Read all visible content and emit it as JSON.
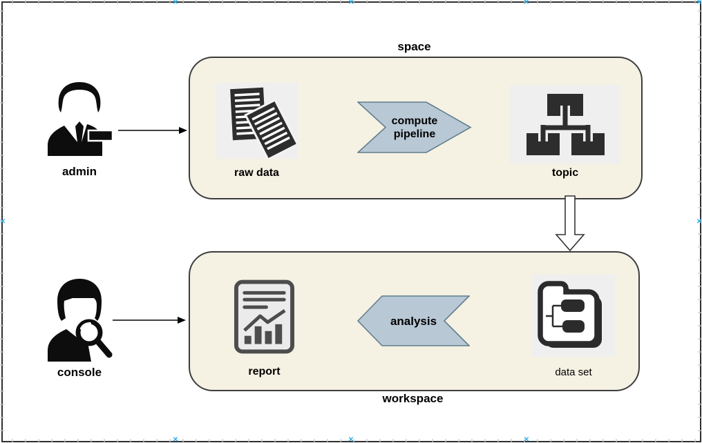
{
  "canvas": {
    "border_color": "#2f2f2f",
    "background": "#ffffff"
  },
  "actors": {
    "admin": {
      "label": "admin"
    },
    "console": {
      "label": "console"
    }
  },
  "space": {
    "label": "space",
    "raw_data_label": "raw data",
    "pipeline_line1": "compute",
    "pipeline_line2": "pipeline",
    "topic_label": "topic"
  },
  "workspace": {
    "label": "workspace",
    "report_label": "report",
    "analysis_label": "analysis",
    "dataset_label": "data set"
  },
  "icons": {
    "admin_user": "person-bust",
    "console_user": "person-with-magnifier",
    "raw_data": "stacked-documents",
    "topic": "hierarchy-boxes",
    "report": "document-with-chart",
    "data_set": "folder-with-tree",
    "flow_down": "hollow-arrow-down",
    "flow_right": "thin-arrow-right",
    "page_marker": "✕"
  },
  "colors": {
    "container_fill": "#f5f1e3",
    "container_border": "#3d3d3d",
    "chevron_fill": "#b9c8d5",
    "chevron_stroke": "#5f7d8c",
    "icon_dark": "#2d2d2d",
    "tile_background": "#efefef",
    "page_marker": "#29b2ea"
  }
}
